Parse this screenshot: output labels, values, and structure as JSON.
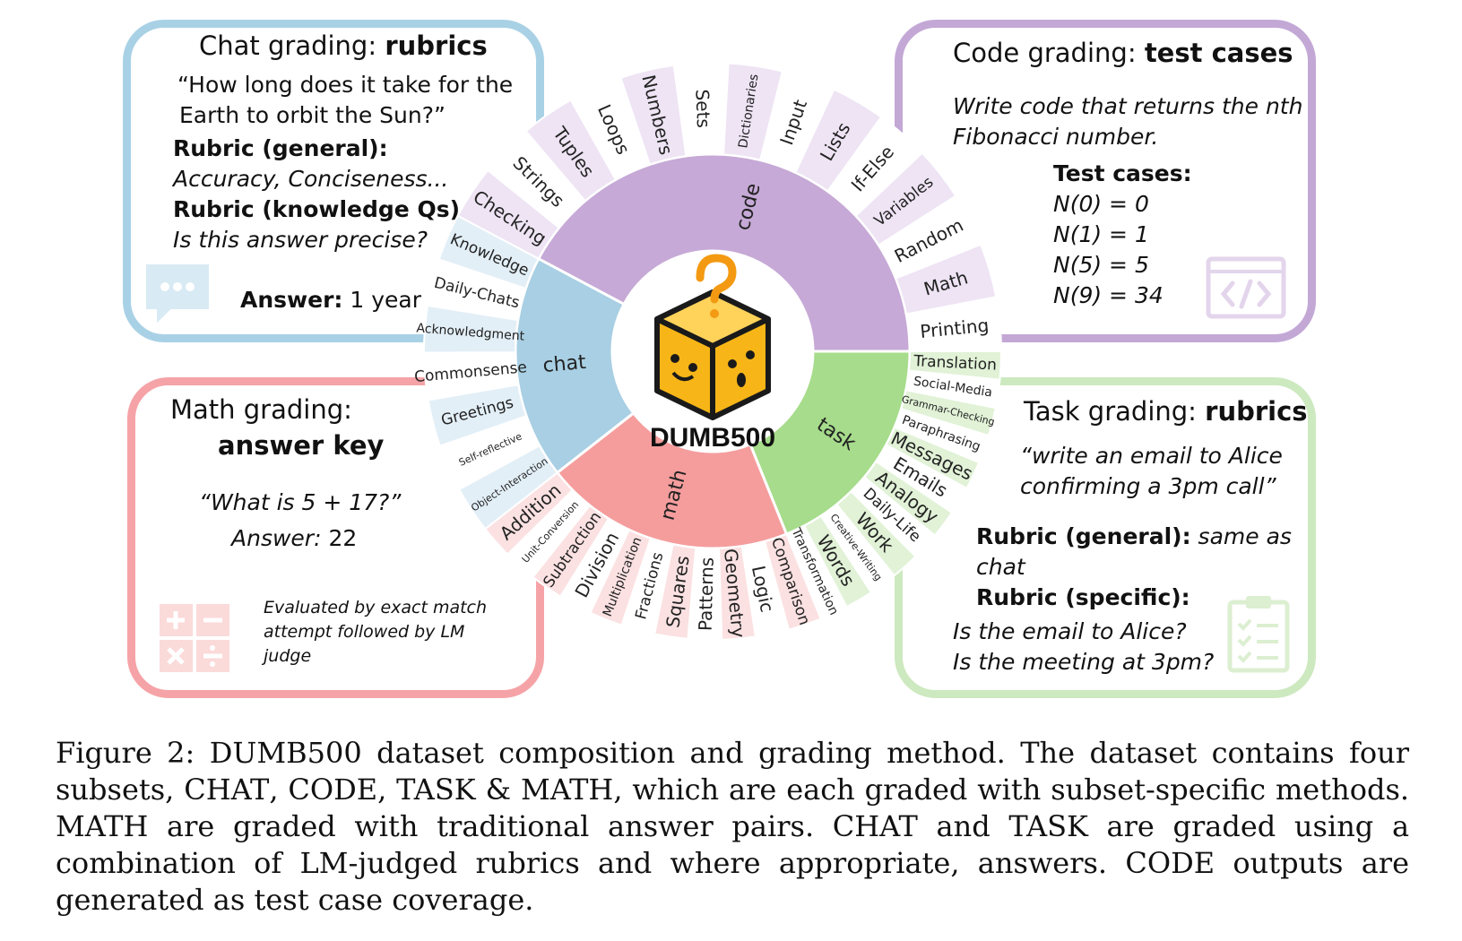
{
  "figure": {
    "chat_box": {
      "title_plain": "Chat grading: ",
      "title_bold": "rubrics",
      "question_line1": "“How long does it take for the",
      "question_line2": "Earth to orbit the Sun?”",
      "rubric_general_label": "Rubric (general):",
      "rubric_general_text": "Accuracy, Conciseness...",
      "rubric_knowledge_label": "Rubric (knowledge Qs)",
      "rubric_knowledge_text": "Is this answer precise?",
      "answer_label": "Answer:",
      "answer_value": " 1 year",
      "icon": "chat-bubble-icon",
      "color": "#a9d1e6"
    },
    "code_box": {
      "title_plain": "Code grading: ",
      "title_bold": "test cases",
      "prompt_line1": "Write code that returns the nth",
      "prompt_line2": "Fibonacci number.",
      "test_label": "Test cases:",
      "tests": [
        "N(0) = 0",
        "N(1) = 1",
        "N(5) = 5",
        "N(9) = 34"
      ],
      "icon": "code-window-icon",
      "color": "#c3a8d6"
    },
    "math_box": {
      "title_line1": "Math grading:",
      "title_line2": "answer key",
      "question": "“What is 5 + 17?”",
      "answer_label": "Answer:",
      "answer_value": " 22",
      "note_line1": "Evaluated by exact match",
      "note_line2": "attempt followed by LM",
      "note_line3": "judge",
      "icon": "calculator-icon",
      "color": "#f5a3a7"
    },
    "task_box": {
      "title_plain": "Task grading: ",
      "title_bold": "rubrics",
      "prompt_line1": "“write an email to Alice",
      "prompt_line2": "confirming a 3pm call”",
      "rubric_general_label": "Rubric (general):",
      "rubric_general_text_1": " same as",
      "rubric_general_text_2": "chat",
      "rubric_specific_label": "Rubric (specific):",
      "check1": "Is the email to Alice?",
      "check2": "Is the meeting at 3pm?",
      "icon": "clipboard-checklist-icon",
      "color": "#cde9bf"
    },
    "center_label": "DUMB500",
    "logo_icon": "mystery-cube-icon",
    "categories": [
      {
        "name": "code",
        "color": "#c6a9d6",
        "light": "#eee4f4",
        "subs": [
          "Checking",
          "Strings",
          "Tuples",
          "Loops",
          "Numbers",
          "Sets",
          "Dictionaries",
          "Input",
          "Lists",
          "If-Else",
          "Variables",
          "Random",
          "Math",
          "Printing"
        ]
      },
      {
        "name": "task",
        "color": "#a6dc8b",
        "light": "#e1f2d7",
        "subs": [
          "Translation",
          "Social-Media",
          "Grammar-Checking",
          "Paraphrasing",
          "Messages",
          "Emails",
          "Analogy",
          "Daily-Life",
          "Work",
          "Creative-Writing",
          "Words",
          "Transformation"
        ]
      },
      {
        "name": "math",
        "color": "#f59d9d",
        "light": "#fbe1e2",
        "subs": [
          "Comparison",
          "Logic",
          "Geometry",
          "Patterns",
          "Squares",
          "Fractions",
          "Multiplication",
          "Division",
          "Subtraction",
          "Unit-Conversion",
          "Addition"
        ]
      },
      {
        "name": "chat",
        "color": "#a8cfe3",
        "light": "#e3eff7",
        "subs": [
          "Object-Interaction",
          "Self-reflective",
          "Greetings",
          "Commonsense",
          "Acknowledgment",
          "Daily-Chats",
          "Knowledge"
        ]
      }
    ]
  },
  "caption": {
    "label": "Figure 2: ",
    "name": "DUMB500",
    "part1": " dataset composition and grading method. The dataset contains four subsets, ",
    "chat": "CHAT",
    "sep1": ", ",
    "code": "CODE",
    "sep2": ", ",
    "task": "TASK",
    "amp": " & ",
    "math": "MATH",
    "part2": ", which are each graded with subset-specific methods. ",
    "math2": "MATH",
    "part3": " are graded with traditional answer pairs. ",
    "chat2": "CHAT",
    "and": " and ",
    "task2": "TASK",
    "part4": " are graded using a combination of LM-judged rubrics and where appropriate, answers. ",
    "code2": "CODE",
    "part5": " outputs are generated as test case coverage."
  }
}
